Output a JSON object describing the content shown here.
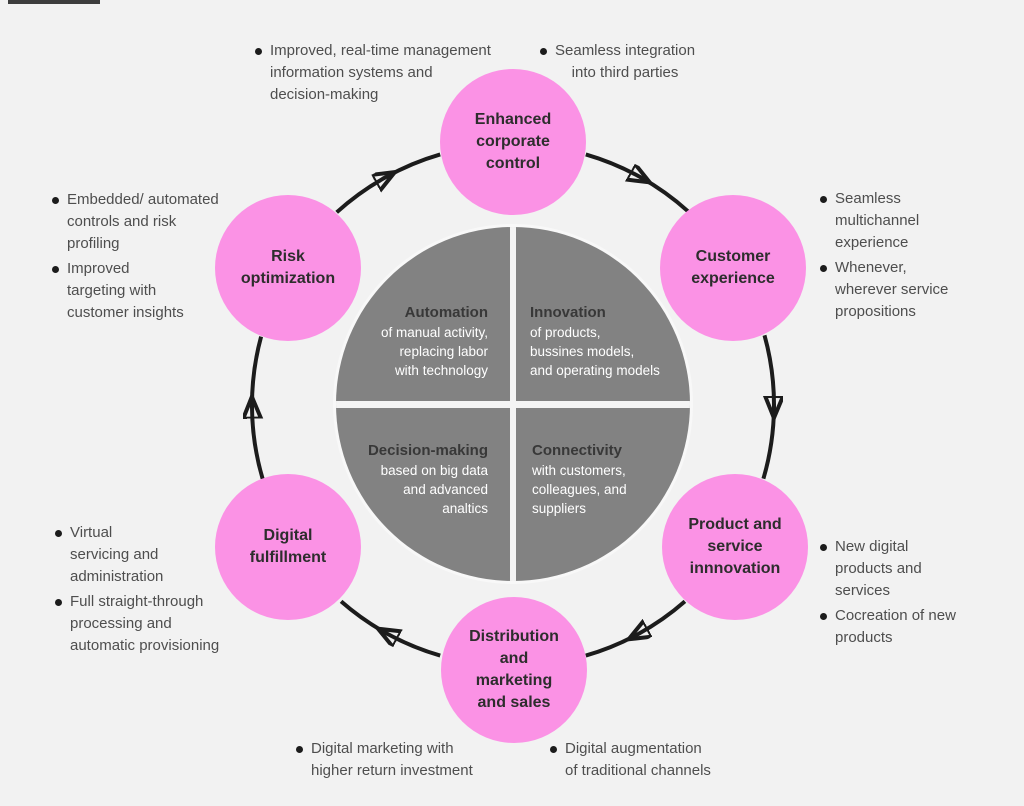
{
  "colors": {
    "background": "#f2f2f2",
    "node_pink": "#fb92e5",
    "center_gray": "#828282",
    "arrow_black": "#1c1c1c",
    "annotation_text": "#4e4e4e",
    "quadrant_body_text": "#ffffff"
  },
  "cycle_nodes": {
    "enhanced_corporate_control": "Enhanced\ncorporate\ncontrol",
    "customer_experience": "Customer\nexperience",
    "product_service_innovation": "Product and\nservice\ninnnovation",
    "distribution_marketing_sales": "Distribution\nand\nmarketing\nand sales",
    "digital_fulfillment": "Digital\nfulfillment",
    "risk_optimization": "Risk\noptimization"
  },
  "center_quadrants": {
    "automation": {
      "title": "Automation",
      "body": "of manual activity,\nreplacing labor\nwith technology"
    },
    "innovation": {
      "title": "Innovation",
      "body": "of products,\nbussines models,\nand operating models"
    },
    "decision_making": {
      "title": "Decision-making",
      "body": "based on big data\nand advanced\nanaltics"
    },
    "connectivity": {
      "title": "Connectivity",
      "body": "with customers,\ncolleagues, and\nsuppliers"
    }
  },
  "annotations": {
    "enhanced_left": "Improved, real-time management\ninformation systems and\ndecision-making",
    "enhanced_right": "Seamless integration\ninto third parties",
    "customer_1": "Seamless\nmultichannel\nexperience",
    "customer_2": "Whenever,\nwherever service\npropositions",
    "product_1": "New digital\nproducts and\nservices",
    "product_2": "Cocreation of new\nproducts",
    "distribution_left": "Digital marketing with\nhigher return investment",
    "distribution_right": "Digital augmentation\nof traditional channels",
    "fulfillment_1": "Virtual\nservicing and\nadministration",
    "fulfillment_2": "Full straight-through\nprocessing and\nautomatic provisioning",
    "risk_1": "Embedded/ automated\ncontrols and risk\nprofiling",
    "risk_2": "Improved\ntargeting with\ncustomer insights"
  }
}
